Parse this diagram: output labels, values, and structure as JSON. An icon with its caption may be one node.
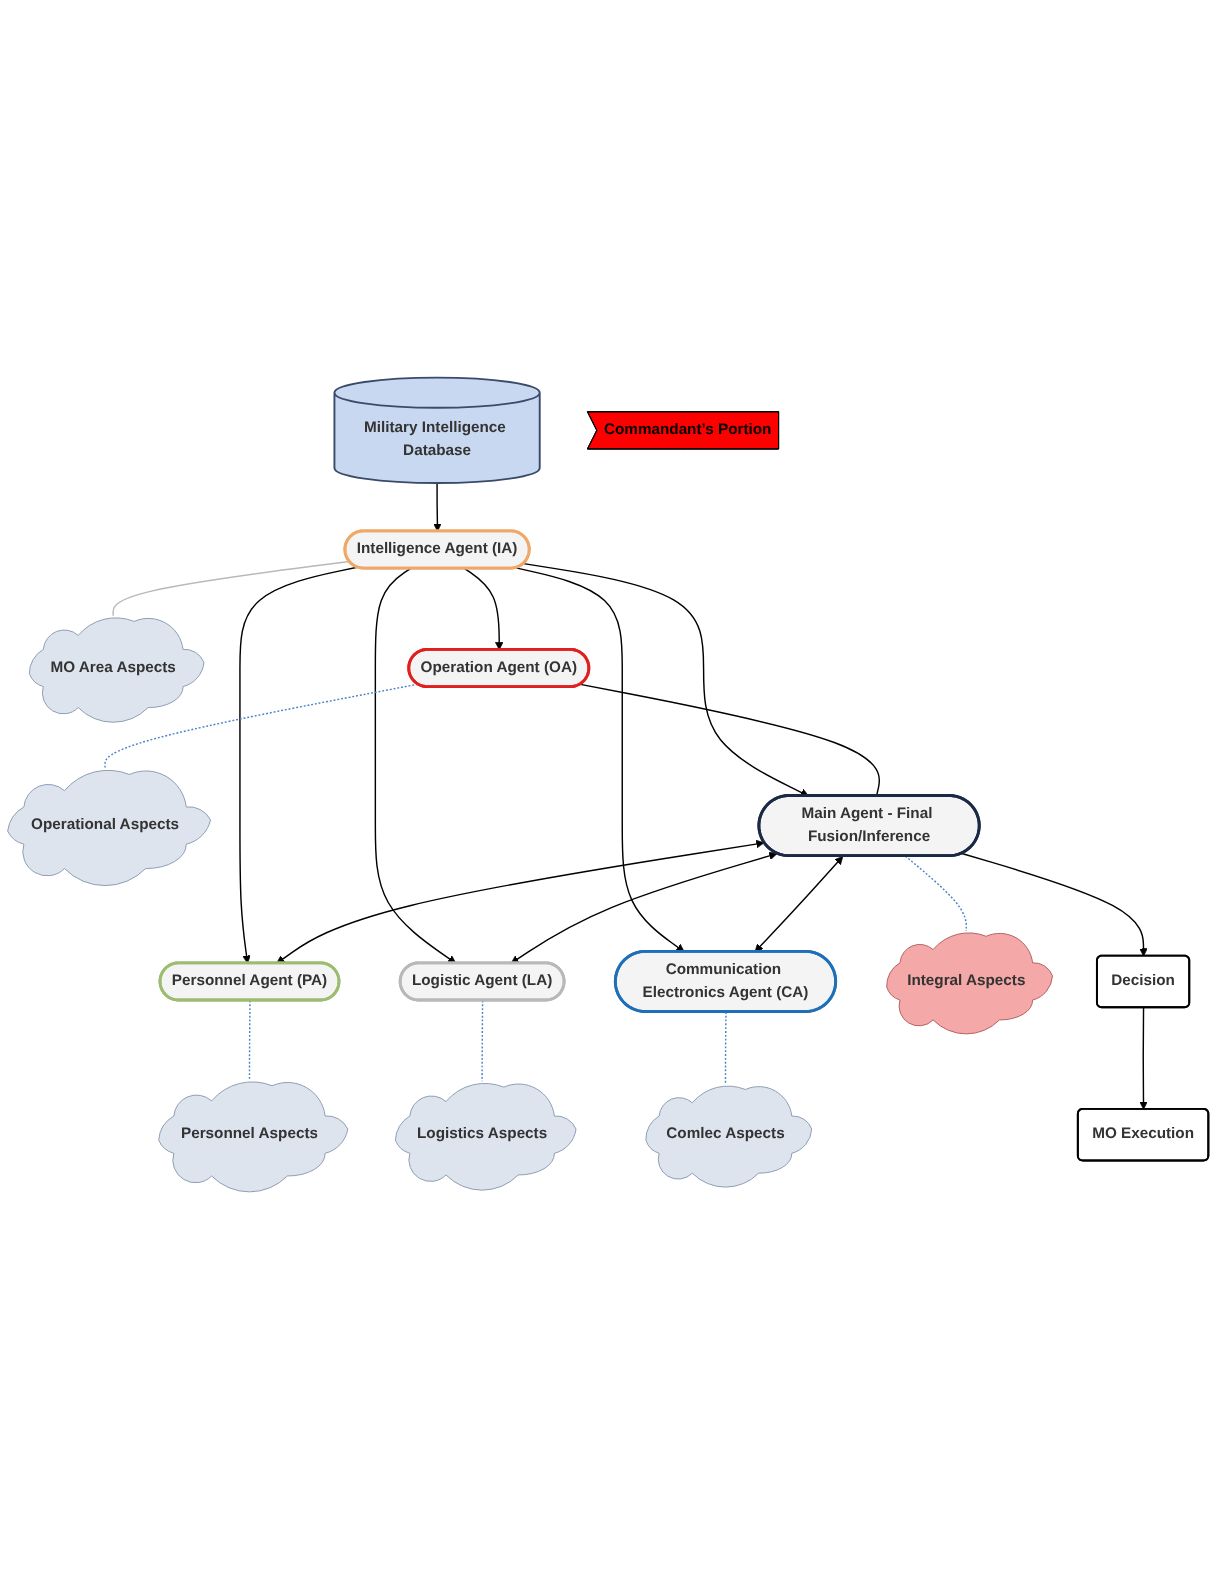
{
  "diagram": {
    "nodes": [
      {
        "text": [
          "Military Intelligence Database"
        ]
      },
      {
        "text": [
          "Intelligence Agent (IA)"
        ]
      },
      {
        "text": [
          "MO Area Aspects"
        ]
      },
      {
        "text": [
          "Operation Agent (OA)"
        ]
      },
      {
        "text": [
          "Personnel Agent (PA)"
        ]
      },
      {
        "text": [
          "Logistic Agent (LA)"
        ]
      },
      {
        "text": [
          "Communication Electronics Agent (CA)"
        ]
      },
      {
        "text": [
          "Operational Aspects"
        ]
      },
      {
        "text": [
          "Personnel Aspects"
        ]
      },
      {
        "text": [
          "Logistics Aspects"
        ]
      },
      {
        "text": [
          "Comlec Aspects"
        ]
      },
      {
        "text": [
          "Main Agent - Final Fusion/Inference"
        ]
      },
      {
        "text": [
          "Integral Aspects"
        ]
      },
      {
        "text": [
          "Decision"
        ]
      },
      {
        "text": [
          "MO Execution"
        ]
      },
      {
        "text": [
          "Commandant’s Portion"
        ]
      }
    ],
    "edges": [
      {
        "from": 0,
        "to": 1,
        "arrow": "to"
      },
      {
        "from": 1,
        "to": 2,
        "arrow": "none",
        "color": "#b8b8b8"
      },
      {
        "from": 1,
        "to": 3,
        "arrow": "to"
      },
      {
        "from": 1,
        "to": 4,
        "arrow": "to"
      },
      {
        "from": 1,
        "to": 5,
        "arrow": "to"
      },
      {
        "from": 1,
        "to": 6,
        "arrow": "to"
      },
      {
        "from": 1,
        "to": 11,
        "arrow": "to"
      },
      {
        "from": 3,
        "to": 11,
        "arrow": "none"
      },
      {
        "from": 11,
        "to": 4,
        "arrow": "both"
      },
      {
        "from": 11,
        "to": 5,
        "arrow": "both"
      },
      {
        "from": 11,
        "to": 6,
        "arrow": "both"
      },
      {
        "from": 3,
        "to": 7,
        "arrow": "none",
        "style": "dashed",
        "color": "#4a7fc8"
      },
      {
        "from": 4,
        "to": 8,
        "arrow": "none",
        "style": "dashed",
        "color": "#4a7fc8"
      },
      {
        "from": 5,
        "to": 9,
        "arrow": "none",
        "style": "dashed",
        "color": "#4a7fc8"
      },
      {
        "from": 6,
        "to": 10,
        "arrow": "none",
        "style": "dashed",
        "color": "#4a7fc8"
      },
      {
        "from": 11,
        "to": 12,
        "arrow": "none",
        "style": "dashed",
        "color": "#4a7fc8"
      },
      {
        "from": 11,
        "to": 13,
        "arrow": "to"
      },
      {
        "from": 13,
        "to": 14,
        "arrow": "to"
      }
    ]
  }
}
